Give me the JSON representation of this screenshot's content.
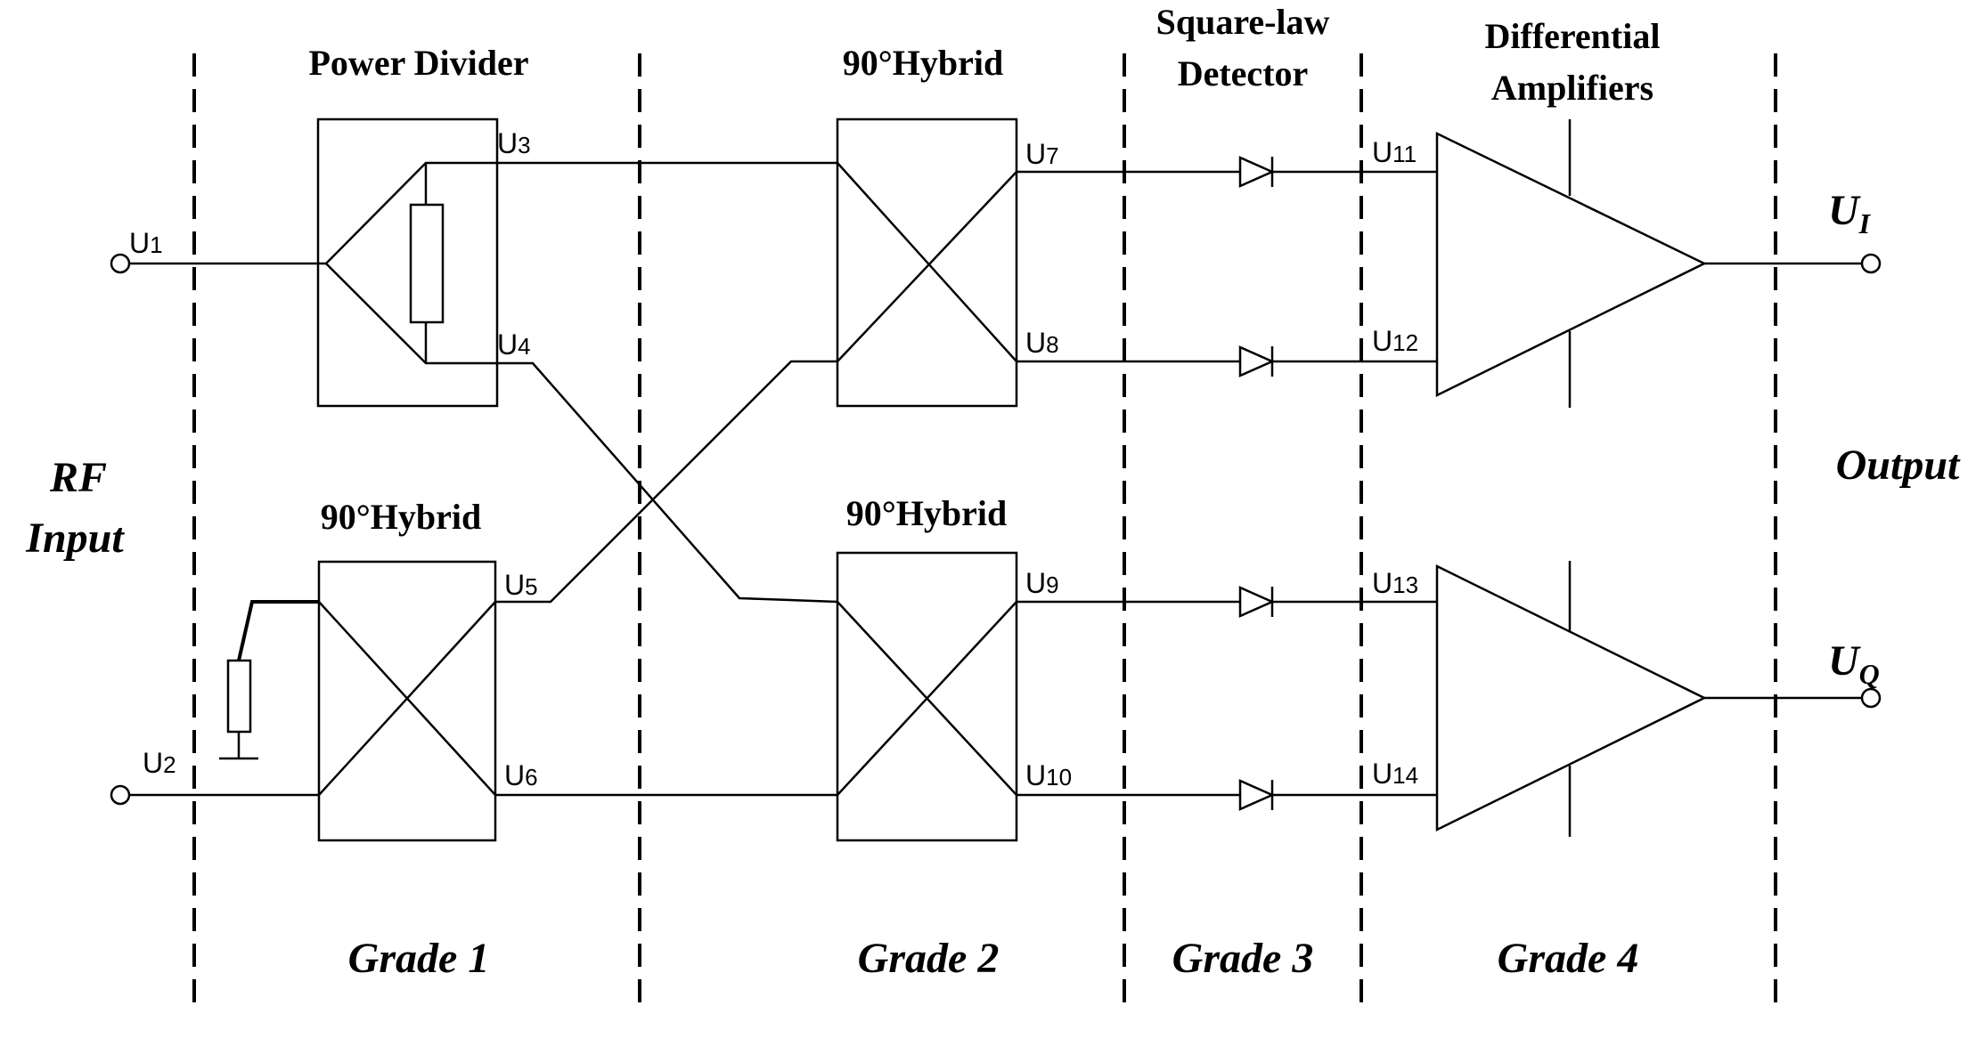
{
  "blocks": {
    "power_divider": "Power Divider",
    "hybrid_top": "90°Hybrid",
    "hybrid_left": "90°Hybrid",
    "hybrid_bottom": "90°Hybrid",
    "detector_line1": "Square-law",
    "detector_line2": "Detector",
    "amplifiers_line1": "Differential",
    "amplifiers_line2": "Amplifiers"
  },
  "input_label": {
    "line1": "RF",
    "line2": "Input"
  },
  "output_label": "Output",
  "outputs": {
    "ui_main": "U",
    "ui_sub": "I",
    "uq_main": "U",
    "uq_sub": "Q"
  },
  "ports": {
    "u1": {
      "main": "U",
      "sub": "1"
    },
    "u2": {
      "main": "U",
      "sub": "2"
    },
    "u3": {
      "main": "U",
      "sub": "3"
    },
    "u4": {
      "main": "U",
      "sub": "4"
    },
    "u5": {
      "main": "U",
      "sub": "5"
    },
    "u6": {
      "main": "U",
      "sub": "6"
    },
    "u7": {
      "main": "U",
      "sub": "7"
    },
    "u8": {
      "main": "U",
      "sub": "8"
    },
    "u9": {
      "main": "U",
      "sub": "9"
    },
    "u10": {
      "main": "U",
      "sub": "10"
    },
    "u11": {
      "main": "U",
      "sub": "11"
    },
    "u12": {
      "main": "U",
      "sub": "12"
    },
    "u13": {
      "main": "U",
      "sub": "13"
    },
    "u14": {
      "main": "U",
      "sub": "14"
    }
  },
  "grades": [
    "Grade 1",
    "Grade 2",
    "Grade 3",
    "Grade 4"
  ]
}
